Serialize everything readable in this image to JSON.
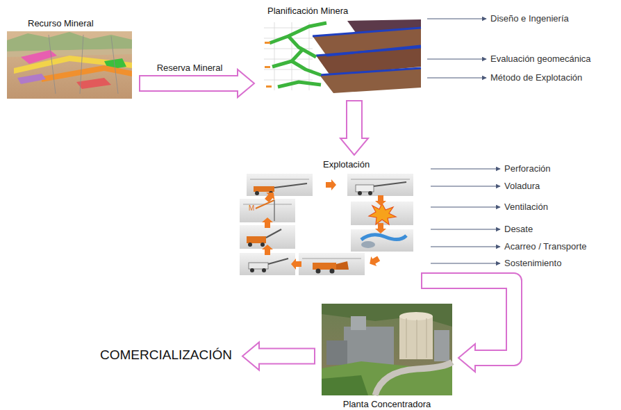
{
  "diagram": {
    "nodes": [
      {
        "text": [
          "Recurso Mineral"
        ]
      },
      {
        "text": [
          "Planificación Minera"
        ]
      },
      {
        "text": [
          "Explotación"
        ]
      },
      {
        "text": [
          "Planta Concentradora"
        ]
      },
      {
        "text": [
          "COMERCIALIZACIÓN"
        ]
      }
    ],
    "edges": [
      {
        "from": 0,
        "to": 1,
        "arrow": "to",
        "label": "Reserva Mineral"
      },
      {
        "from": 1,
        "to": 2,
        "arrow": "to"
      },
      {
        "from": 2,
        "to": 3,
        "arrow": "to"
      },
      {
        "from": 3,
        "to": 4,
        "arrow": "to"
      }
    ],
    "labels": [
      "Diseño e Ingeniería",
      "Evaluación geomecánica",
      "Método de Explotación",
      "Perforación",
      "Voladura",
      "Ventilación",
      "Desate",
      "Acarreo / Transporte",
      "Sostenimiento"
    ]
  }
}
